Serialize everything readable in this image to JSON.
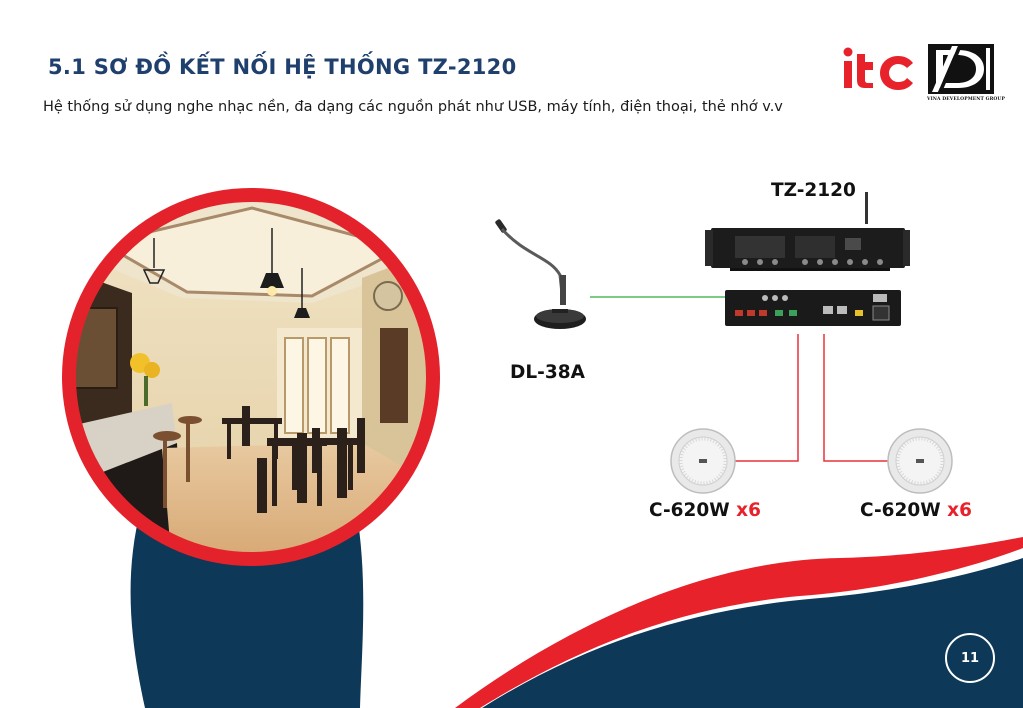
{
  "slide": {
    "title": "5.1  SƠ ĐỒ KẾT NỐI HỆ THỐNG TZ-2120",
    "description": "Hệ thống sử dụng nghe nhạc nền, đa dạng các nguồn phát như USB, máy tính, điện thoại, thẻ nhớ v.v",
    "page_number": "11"
  },
  "logos": {
    "itc_text": "itc",
    "vdg_caption": "VINA DEVELOPMENT GROUP"
  },
  "photo": {
    "subject": "restaurant-interior"
  },
  "devices": {
    "amplifier": {
      "label": "TZ-2120"
    },
    "microphone": {
      "label": "DL-38A"
    },
    "speaker_left": {
      "model": "C-620W",
      "qty": "x6"
    },
    "speaker_right": {
      "model": "C-620W",
      "qty": "x6"
    }
  },
  "colors": {
    "navy": "#0d3858",
    "title_blue": "#1f3f6c",
    "accent_red": "#e8222b",
    "mic_link": "#4cbb5a",
    "speaker_link": "#e8323a"
  }
}
